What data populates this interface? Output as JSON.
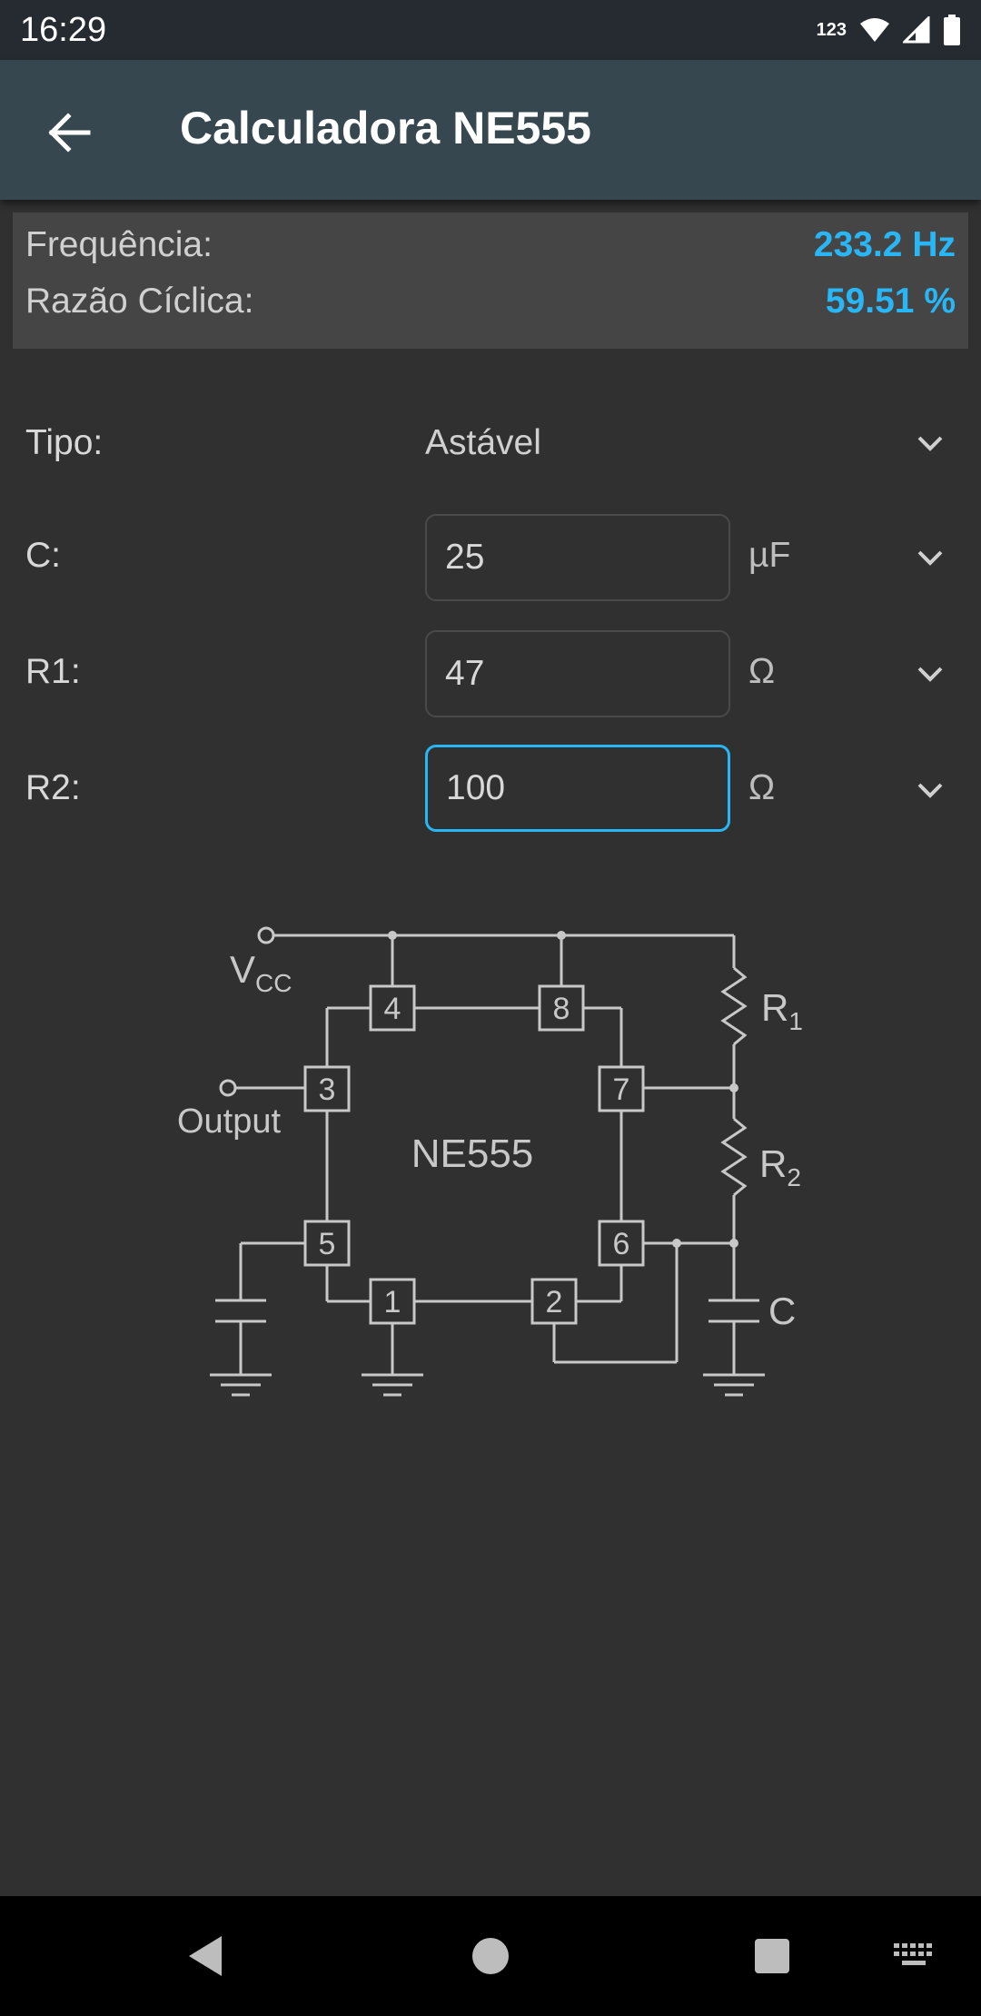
{
  "status_bar": {
    "time": "16:29",
    "indicator": "123",
    "icons": [
      "wifi-icon",
      "signal-icon",
      "battery-icon"
    ]
  },
  "app_bar": {
    "title": "Calculadora NE555",
    "back_icon": "arrow-left-icon"
  },
  "results": {
    "frequency_label": "Frequência:",
    "frequency_value": "233.2 Hz",
    "duty_label": "Razão Cíclica:",
    "duty_value": "59.51 %",
    "accent_color": "#29b6f6"
  },
  "form": {
    "type": {
      "label": "Tipo:",
      "value": "Astável"
    },
    "c": {
      "label": "C:",
      "value": "25",
      "unit": "µF"
    },
    "r1": {
      "label": "R1:",
      "value": "47",
      "unit": "Ω"
    },
    "r2": {
      "label": "R2:",
      "value": "100",
      "unit": "Ω"
    }
  },
  "schematic": {
    "chip_label": "NE555",
    "vcc_label": "V",
    "vcc_sub": "CC",
    "output_label": "Output",
    "r1_label": "R",
    "r1_sub": "1",
    "r2_label": "R",
    "r2_sub": "2",
    "c_label": "C",
    "pins": [
      "1",
      "2",
      "3",
      "4",
      "5",
      "6",
      "7",
      "8"
    ]
  },
  "nav_bar": {
    "icons": [
      "back-triangle-icon",
      "home-circle-icon",
      "recents-square-icon",
      "keyboard-icon"
    ]
  }
}
